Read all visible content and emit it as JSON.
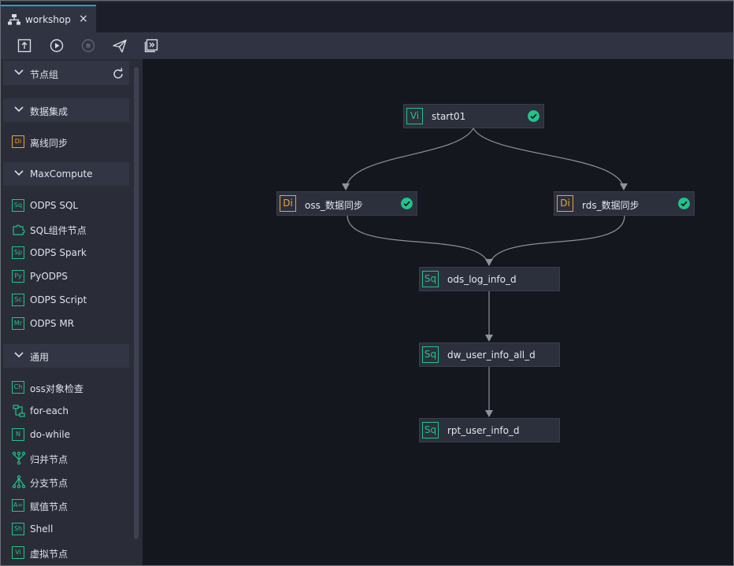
{
  "tab": {
    "label": "workshop",
    "close": "×"
  },
  "toolbar": {
    "buttons": [
      {
        "icon": "submit-icon"
      },
      {
        "icon": "run-icon"
      },
      {
        "icon": "stop-icon"
      },
      {
        "icon": "send-icon"
      },
      {
        "icon": "deploy-icon"
      }
    ]
  },
  "sidebar": {
    "groups": {
      "node_group": "节点组",
      "data_integration": "数据集成",
      "maxcompute": "MaxCompute",
      "general": "通用"
    },
    "items": {
      "offline_sync": {
        "label": "离线同步",
        "badge": "Di"
      },
      "odps_sql": {
        "label": "ODPS SQL",
        "badge": "Sq"
      },
      "sql_component": {
        "label": "SQL组件节点"
      },
      "odps_spark": {
        "label": "ODPS Spark",
        "badge": "Sp"
      },
      "pyodps": {
        "label": "PyODPS",
        "badge": "Py"
      },
      "odps_script": {
        "label": "ODPS Script",
        "badge": "Sc"
      },
      "odps_mr": {
        "label": "ODPS MR",
        "badge": "Mr"
      },
      "oss_check": {
        "label": "oss对象检查",
        "badge": "Ch"
      },
      "for_each": {
        "label": "for-each"
      },
      "do_while": {
        "label": "do-while",
        "badge": "N"
      },
      "merge": {
        "label": "归并节点"
      },
      "branch": {
        "label": "分支节点"
      },
      "assign": {
        "label": "赋值节点",
        "badge": "A="
      },
      "shell": {
        "label": "Shell",
        "badge": "Sh"
      },
      "virtual": {
        "label": "虚拟节点",
        "badge": "Vi"
      }
    }
  },
  "nodes": {
    "start01": {
      "label": "start01",
      "badge": "Vi",
      "status": "success"
    },
    "oss_sync": {
      "label": "oss_数据同步",
      "badge": "Di",
      "status": "success"
    },
    "rds_sync": {
      "label": "rds_数据同步",
      "badge": "Di",
      "status": "success"
    },
    "ods_log": {
      "label": "ods_log_info_d",
      "badge": "Sq"
    },
    "dw_user": {
      "label": "dw_user_info_all_d",
      "badge": "Sq"
    },
    "rpt_user": {
      "label": "rpt_user_info_d",
      "badge": "Sq"
    }
  },
  "colors": {
    "accent": "#1fa3c9",
    "success": "#22c38a",
    "di_orange": "#f0a332",
    "canvas_bg": "#15171f"
  }
}
